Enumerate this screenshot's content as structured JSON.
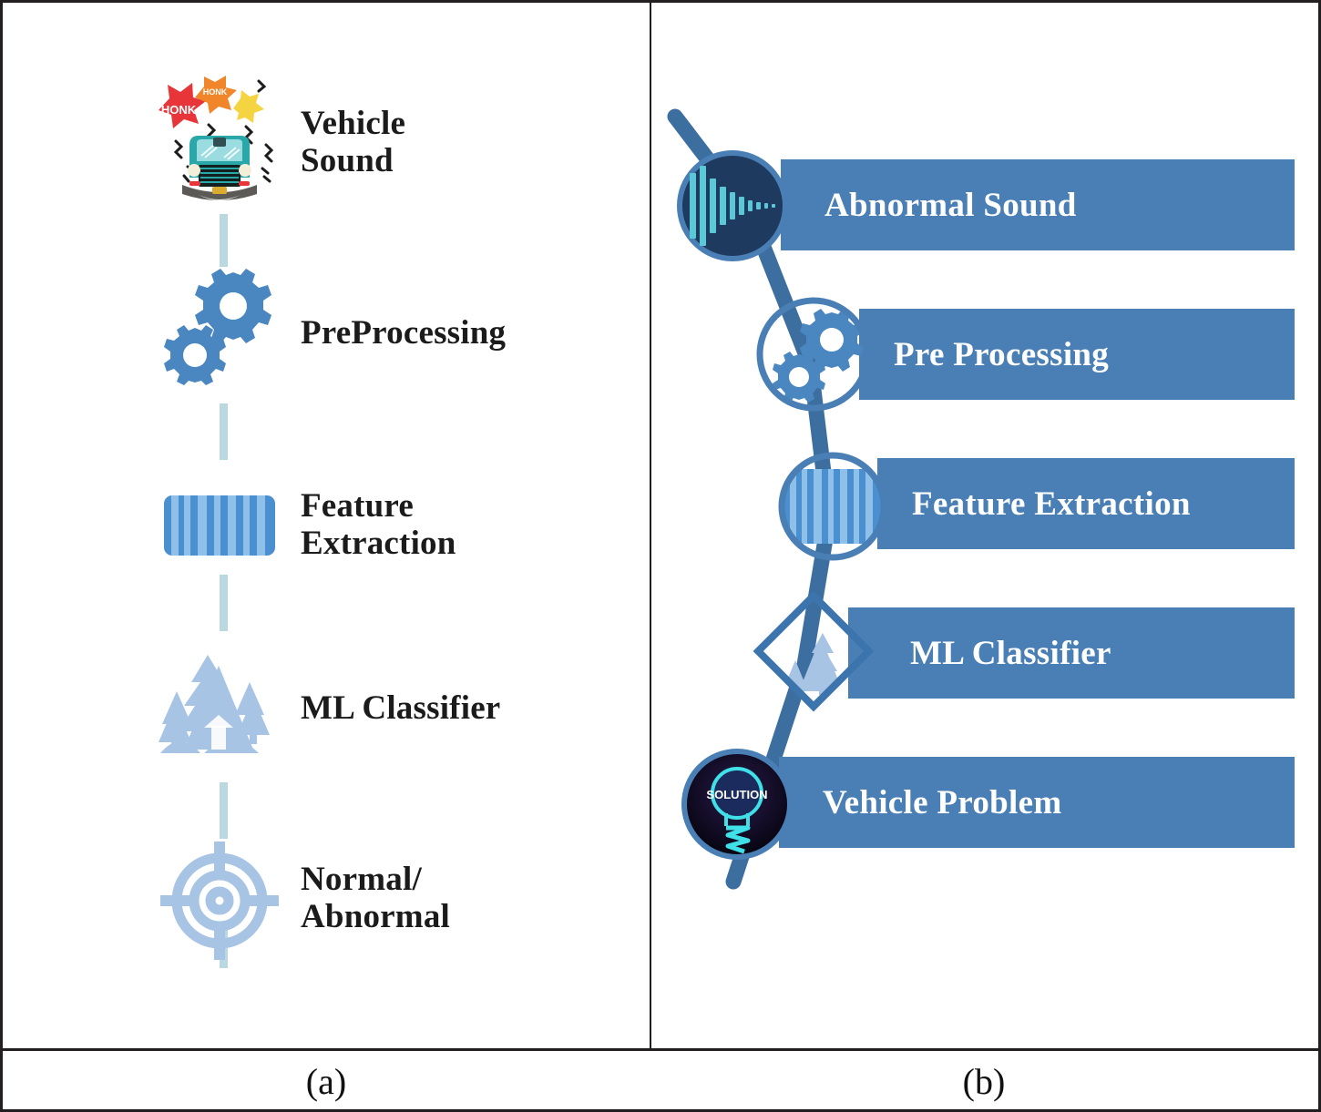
{
  "figure": {
    "captions": [
      {
        "id": "a",
        "text": "(a)"
      },
      {
        "id": "b",
        "text": "(b)"
      }
    ]
  },
  "panel_a": {
    "caption": "(a)",
    "steps": [
      {
        "label_lines": [
          "Vehicle",
          "Sound"
        ],
        "icon": "honking-car-icon",
        "icon_color": "#2aa7a8"
      },
      {
        "label_lines": [
          "PreProcessing"
        ],
        "icon": "gears-icon",
        "icon_color": "#4a86c0"
      },
      {
        "label_lines": [
          "Feature",
          "Extraction"
        ],
        "icon": "barcode-icon",
        "icon_color": "#4a8fd0"
      },
      {
        "label_lines": [
          "ML Classifier"
        ],
        "icon": "mountain-trees-icon",
        "icon_color": "#a8c4e5"
      },
      {
        "label_lines": [
          "Normal/",
          "Abnormal"
        ],
        "icon": "crosshair-target-icon",
        "icon_color": "#a8c4e5"
      }
    ],
    "connector_style": "dashed-vertical",
    "connector_color": "#b9d8e0"
  },
  "panel_b": {
    "caption": "(b)",
    "steps": [
      {
        "label": "Abnormal Sound",
        "icon": "sound-waveform-icon",
        "node_shape": "filled-circle"
      },
      {
        "label": "Pre Processing",
        "icon": "gears-icon",
        "node_shape": "outline-circle"
      },
      {
        "label": "Feature Extraction",
        "icon": "barcode-icon",
        "node_shape": "outline-circle"
      },
      {
        "label": "ML Classifier",
        "icon": "mountain-trees-icon",
        "node_shape": "outline-diamond"
      },
      {
        "label": "Vehicle Problem",
        "icon": "lightbulb-solution-icon",
        "node_shape": "filled-circle",
        "icon_text": "SOLUTION"
      }
    ],
    "bar_color": "#4a7fb5",
    "connector_color": "#3c6e9f",
    "label_color": "#ffffff"
  }
}
